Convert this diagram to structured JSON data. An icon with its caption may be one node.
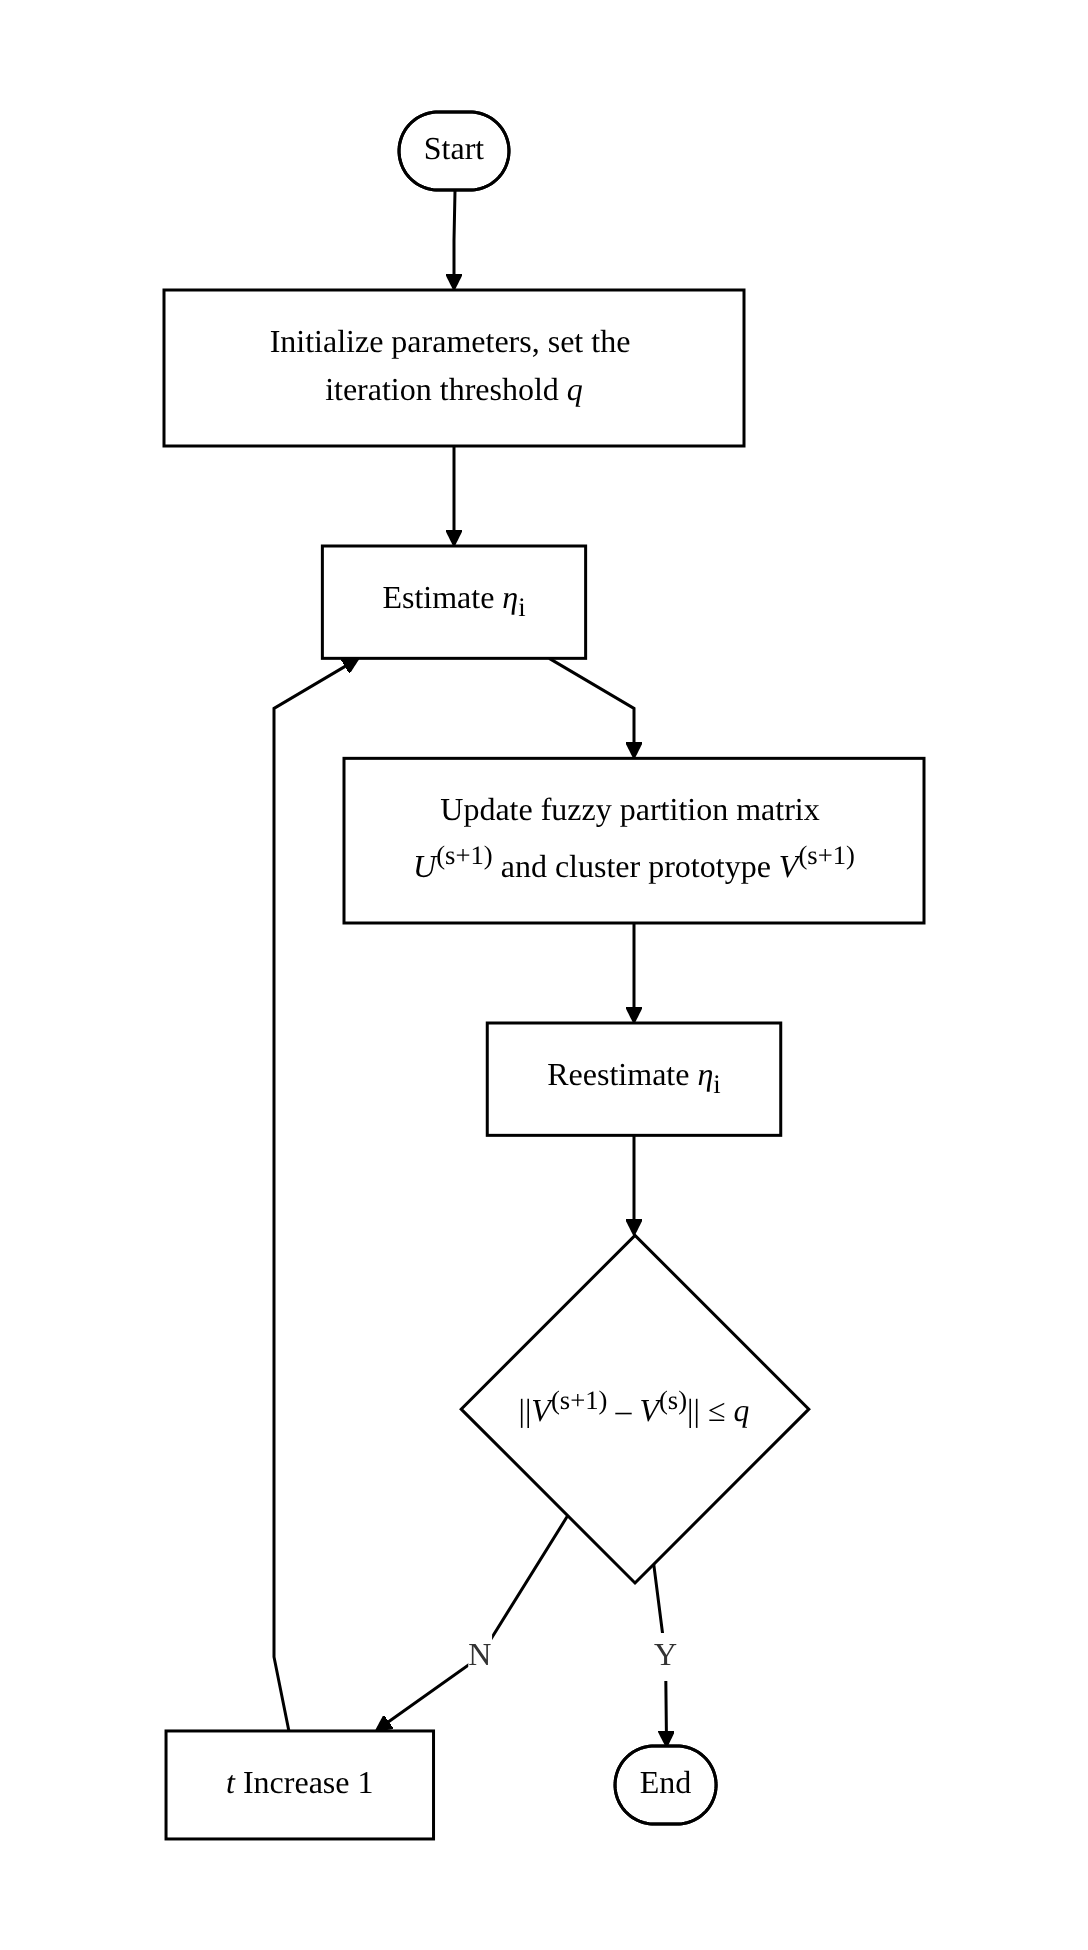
{
  "diagram": {
    "nodes": [
      {
        "text": [
          "Start"
        ]
      },
      {
        "text": [
          "Initialize parameters, set the iteration threshold *q*"
        ]
      },
      {
        "text": [
          "Estimate *η*$_{i}$"
        ]
      },
      {
        "text": [
          "Update fuzzy partition matrix *U*$^{(s+1)}$ and cluster prototype *V*$^{(s+1)}$"
        ]
      },
      {
        "text": [
          "Reestimate *η*$_{i}$"
        ]
      },
      {
        "text": [
          "||*V*$^{(s+1)}$ – *V*$^{(s)}$|| ≤ *q*"
        ]
      },
      {
        "text": [
          "*t* Increase 1"
        ]
      },
      {
        "text": [
          "End"
        ]
      }
    ],
    "edges": [
      {
        "from": 0,
        "to": 1,
        "arrow": "to"
      },
      {
        "from": 1,
        "to": 2,
        "arrow": "to"
      },
      {
        "from": 2,
        "to": 3,
        "arrow": "to"
      },
      {
        "from": 3,
        "to": 4,
        "arrow": "to"
      },
      {
        "from": 4,
        "to": 5,
        "arrow": "to"
      },
      {
        "from": 5,
        "to": 6,
        "label": "N",
        "arrow": "to"
      },
      {
        "from": 6,
        "to": 2,
        "arrow": "to"
      },
      {
        "from": 5,
        "to": 7,
        "label": "Y",
        "arrow": "to"
      }
    ]
  }
}
